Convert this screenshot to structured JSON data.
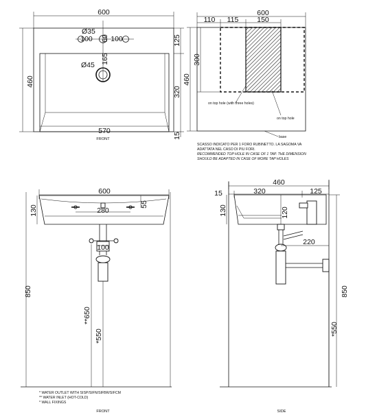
{
  "top_front": {
    "width": "600",
    "height": "460",
    "tap_hole": "Ø35",
    "pitch_left": "100",
    "pitch_right": "100",
    "dim_60": "60",
    "depth_125": "125",
    "dim_165": "165",
    "drain": "Ø45",
    "depth_320": "320",
    "bottom_15": "15",
    "inner_width": "570",
    "caption": "FRONT"
  },
  "top_side": {
    "width": "600",
    "seg_110": "110",
    "seg_115": "115",
    "seg_150": "150",
    "height": "460",
    "seg_300": "300",
    "label_three_holes": "on top hole (with three holes)",
    "label_top_hole": "on top hole",
    "label_base": "base"
  },
  "notes": {
    "line1": "SCASSO INDICATO PER 1 FORO RUBINETTO. LA SAGOMA VA",
    "line2": "ADATTATA NEL CASO DI PIU FORI.",
    "line3": "RECOMMENDED TOP HOLE IN CASE OF 1 TAP. THE DIMENSION",
    "line4": "SHOULD BE ADAPTED IN CASE OF MORE TAP HOLES"
  },
  "front": {
    "width": "600",
    "height_130": "130",
    "dim_55": "55",
    "dim_280": "280",
    "dim_100": "100",
    "height_850": "850",
    "dim_650": "**650",
    "dim_550": "*550",
    "caption": "FRONT"
  },
  "side": {
    "width": "460",
    "seg_15": "15",
    "seg_320": "320",
    "seg_125": "125",
    "height_130": "130",
    "dim_120": "120",
    "dim_220": "220",
    "height_850": "850",
    "dim_550": "*550",
    "caption": "SIDE"
  },
  "legend": {
    "item1": "* WATER OUTLET WITH SISP/SIFN/SIFBR/SIFCM",
    "item2": "** WATER INLET  (HOT-COLD)",
    "item3": "* WALL FIXINGS"
  }
}
